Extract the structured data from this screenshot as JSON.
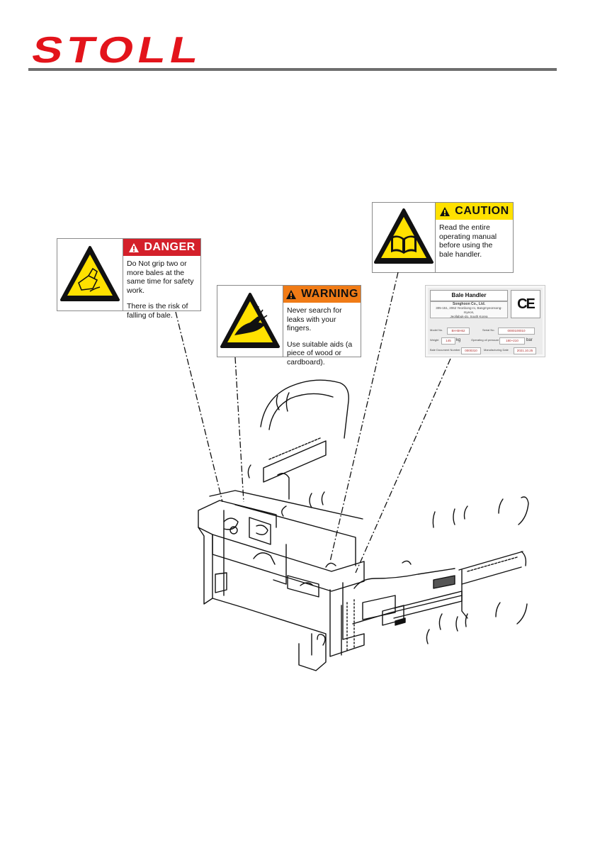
{
  "header": {
    "brand": "STOLL",
    "brand_color": "#e3141b",
    "rule_color": "#6e6e6e"
  },
  "labels": {
    "danger": {
      "title": "DANGER",
      "lines": [
        "Do Not grip two or more bales at the same time for safety work.",
        "There is the risk of falling of bale."
      ],
      "color": "#d4202a",
      "icon": "crush-hazard-icon"
    },
    "warning": {
      "title": "WARNING",
      "lines": [
        "Never search for leaks with your fingers.",
        "Use suitable aids (a piece of wood or cardboard)."
      ],
      "color": "#f07b16",
      "icon": "hydraulic-leak-icon"
    },
    "caution": {
      "title": "CAUTION",
      "lines": [
        "Read the entire operating manual before using the bale handler."
      ],
      "color": "#ffe100",
      "icon": "read-manual-icon"
    }
  },
  "nameplate": {
    "title": "Bale Handler",
    "company": "Songhoon Co., Ltd.",
    "address_line1": "305-151, 2062 Yeonbong-ro, Bangmyeonsong-myeon,",
    "address_line2": "Jeollabuk-do, South Korea",
    "mark": "CE",
    "fields": {
      "model_label": "Model No.",
      "model_value": "BH-BH62",
      "serial_label": "Serial No.",
      "serial_value": "0000100010",
      "weight_label": "Weight",
      "weight_value": "145",
      "weight_unit": "kg",
      "pressure_label": "Operating oil pressure",
      "pressure_value": "180~210",
      "pressure_unit": "bar",
      "doc_label": "Bale Document Number",
      "doc_value": "0000310",
      "date_label": "Manufacturing Date",
      "date_value": "2021.10.25"
    }
  }
}
